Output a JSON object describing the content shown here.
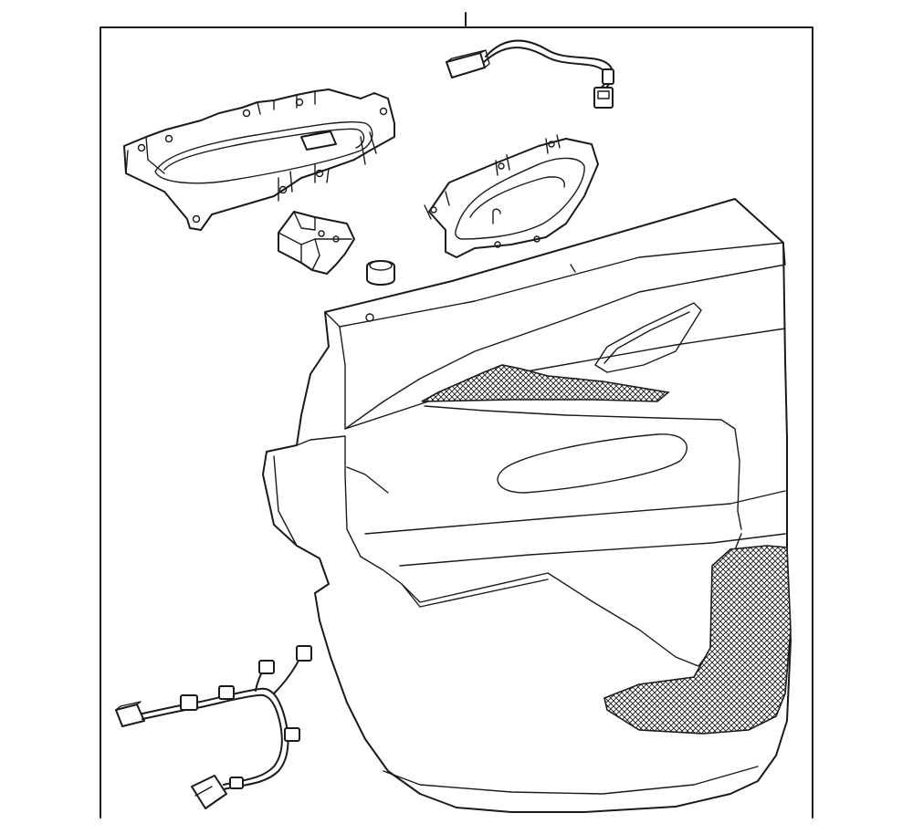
{
  "diagram": {
    "parts": [
      {
        "id": "door-trim-panel",
        "icon": "door-panel-icon"
      },
      {
        "id": "window-switch-bezel",
        "icon": "bracket-icon"
      },
      {
        "id": "window-switch",
        "icon": "switch-icon"
      },
      {
        "id": "clip",
        "icon": "clip-icon"
      },
      {
        "id": "inside-handle",
        "icon": "handle-icon"
      },
      {
        "id": "pigtail-harness",
        "icon": "connector-icon"
      },
      {
        "id": "door-wiring-harness",
        "icon": "harness-icon"
      }
    ],
    "colors": {
      "line": "#1a1a1a",
      "background": "#ffffff"
    }
  }
}
